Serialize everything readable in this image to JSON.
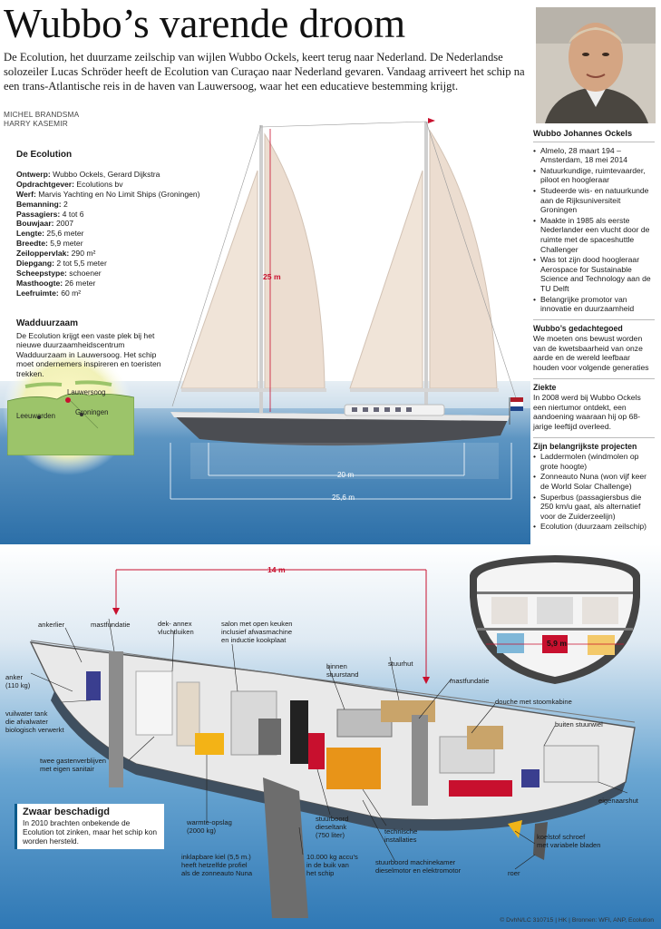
{
  "title": "Wubbo’s varende droom",
  "intro": "De Ecolution, het duurzame zeilschip van wijlen Wubbo Ockels, keert terug naar Nederland. De Nederlandse solozeiler Lucas Schröder heeft de Ecolution van Curaçao naar Nederland gevaren. Vandaag arriveert het schip na een trans-Atlantische reis in de haven van Lauwersoog, waar het een educatieve bestemming krijgt.",
  "byline": [
    "MICHEL BRANDSMA",
    "HARRY KASEMIR"
  ],
  "specs": {
    "heading": "De Ecolution",
    "rows": [
      {
        "k": "Ontwerp:",
        "v": "Wubbo Ockels, Gerard Dijkstra"
      },
      {
        "k": "Opdrachtgever:",
        "v": "Ecolutions bv"
      },
      {
        "k": "Werf:",
        "v": "Marvis Yachting en No Limit Ships (Groningen)"
      },
      {
        "k": "Bemanning:",
        "v": "2"
      },
      {
        "k": "Passagiers:",
        "v": "4 tot 6"
      },
      {
        "k": "Bouwjaar:",
        "v": "2007"
      },
      {
        "k": "Lengte:",
        "v": "25,6 meter"
      },
      {
        "k": "Breedte:",
        "v": "5,9 meter"
      },
      {
        "k": "Zeiloppervlak:",
        "v": "290 m²"
      },
      {
        "k": "Diepgang:",
        "v": "2 tot 5,5 meter"
      },
      {
        "k": "Scheepstype:",
        "v": "schoener"
      },
      {
        "k": "Masthoogte:",
        "v": "26 meter"
      },
      {
        "k": "Leefruimte:",
        "v": "60 m²"
      }
    ]
  },
  "wadduurzaam": {
    "heading": "Wadduurzaam",
    "text": "De Ecolution krijgt een vaste plek bij het nieuwe duurzaamheidscentrum Wadduurzaam in Lauwersoog. Het schip moet ondernemers inspireren en toeristen trekken.",
    "map_labels": [
      "Lauwersoog",
      "Leeuwarden",
      "Groningen"
    ]
  },
  "sidebar": {
    "heading": "Wubbo Johannes Ockels",
    "bio": [
      "Almelo, 28 maart 194 – Amsterdam, 18 mei 2014",
      "Natuurkundige, ruimtevaarder, piloot en hoogleraar",
      "Studeerde wis- en natuurkunde aan de Rijksuniversiteit Groningen",
      "Maakte in 1985 als eerste Nederlander een vlucht door de ruimte met de spaceshuttle Challenger",
      "Was tot zijn dood hoogleraar Aerospace for Sustainable Science and Technology aan de TU Delft",
      "Belangrijke promotor van innovatie en duurzaamheid"
    ],
    "legacy_heading": "Wubbo’s gedachtegoed",
    "legacy_text": "We moeten ons bewust worden van de kwetsbaarheid van onze aarde en de wereld leefbaar houden voor volgende generaties",
    "illness_heading": "Ziekte",
    "illness_text": "In 2008 werd bij Wubbo Ockels een niertumor ontdekt, een aandoening waaraan hij op 68-jarige leeftijd overleed.",
    "projects_heading": "Zijn belangrijkste projecten",
    "projects": [
      "Laddermolen (windmolen op grote hoogte)",
      "Zonneauto Nuna (won vijf keer de World Solar Challenge)",
      "Superbus (passagiersbus die 250 km/u gaat, als alternatief voor de Zuiderzeelijn)",
      "Ecolution (duurzaam zeilschip)"
    ]
  },
  "dimensions": {
    "mast": "25 m",
    "waterline": "20 m",
    "length": "25,6 m",
    "deck": "14 m",
    "beam": "5,9 m"
  },
  "callouts": {
    "ankerlier": "ankerlier",
    "mastfundatie1": "mastfundatie",
    "dekannex": "dek- annex\nvluchtluiken",
    "salon": "salon met open keuken\ninclusief afwasmachine\nen inductie kookplaat",
    "binnen": "binnen\nstuurstand",
    "stuurhut": "stuurhut",
    "mastfundatie2": "mastfundatie",
    "douche": "douche met stoomkabine",
    "buiten": "buiten stuurwiel",
    "anker": "anker\n(110 kg)",
    "vuilwater": "vuilwater tank\ndie afvalwater\nbiologisch verwerkt",
    "gasten": "twee gastenverblijven\nmet eigen sanitair",
    "eigenaar": "eigenaarshut",
    "warmte": "warmte-opslag\n(2000 kg)",
    "dieseltank": "stuurboord\ndieseltank\n(750 liter)",
    "technische": "technische\ninstallaties",
    "koelstof": "koelstof schroef\nmet variabele bladen",
    "kiel": "inklapbare kiel (5,5 m.)\nheeft hetzelfde profiel\nals de zonneauto Nuna",
    "accus": "10.000 kg accu’s\nin de buik van\nhet schip",
    "machinekamer": "stuurboord machinekamer\ndieselmotor en elektromotor",
    "roer": "roer"
  },
  "damage": {
    "heading": "Zwaar beschadigd",
    "text": "In 2010 brachten onbekende de Ecolution tot zinken, maar het schip kon worden hersteld."
  },
  "footer": "© DvhN/LC  310715 | HK | Bronnen: WFI, ANP, Ecolution",
  "colors": {
    "accent_red": "#c8102e",
    "sea_blue": "#3b7fb8",
    "sail": "#ecddd0"
  }
}
